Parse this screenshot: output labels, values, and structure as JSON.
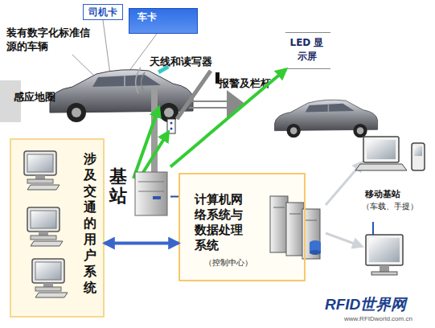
{
  "diagram": {
    "nodes": [
      {
        "text": [
          "司机卡"
        ]
      },
      {
        "text": [
          "车卡"
        ]
      },
      {
        "text": [
          "感应地圈"
        ]
      },
      {
        "text": [
          "涉及交通的用户系统"
        ]
      },
      {
        "text": [
          "基站"
        ]
      },
      {
        "text": [
          "计算机网络系统与数据处理系统",
          "（控制中心）"
        ]
      },
      {
        "text": [
          "LED 显示屏"
        ]
      }
    ],
    "edges": [
      {
        "from": 4,
        "to": 6,
        "arrow": "to"
      },
      {
        "from": 3,
        "to": 5,
        "arrow": "both"
      },
      {
        "from": 4,
        "to": 5,
        "arrow": "none"
      }
    ],
    "labels": [
      "装有数字化标准信源的车辆",
      "天线和读写器",
      "报警及栏杆",
      "移动基站",
      "（车载、手提）",
      "RFID世界网",
      "www.RFIDworld.com.cn"
    ]
  }
}
